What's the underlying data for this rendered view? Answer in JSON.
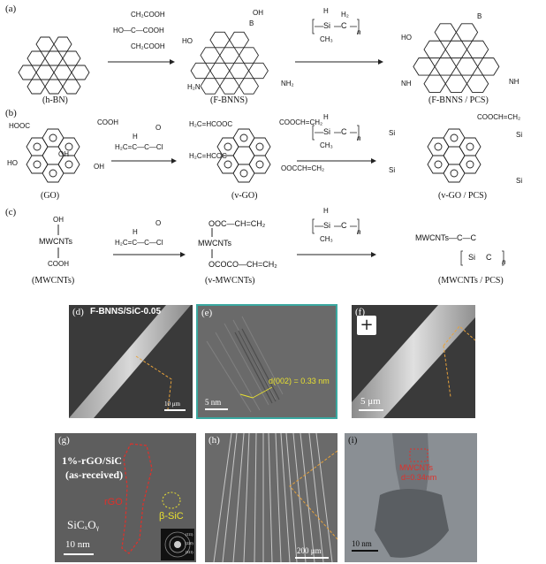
{
  "scheme": {
    "a": {
      "label": "(a)",
      "reagent": {
        "l1": "CH₂COOH",
        "l2": "HO—C—COOH",
        "l3": "CH₂COOH"
      },
      "start_name": "(h-BN)",
      "mid_name": "(F-BNNS)",
      "end_name": "(F-BNNS / PCS)",
      "groups": {
        "oh": "HO",
        "bh": "OH",
        "b": "B",
        "nh2": "NH₂",
        "h2n": "H₂N",
        "nh": "NH"
      }
    },
    "b": {
      "label": "(b)",
      "reagent": {
        "l1": "H",
        "l2": "O",
        "l3": "H₂C=C—C—Cl"
      },
      "start_name": "(GO)",
      "mid_name": "(v-GO)",
      "end_name": "(v-GO / PCS)",
      "groups": {
        "cooh": "COOH",
        "hooc": "HOOC",
        "oh": "OH",
        "ho": "HO",
        "o": "O",
        "ester1": "COOCH=CH₂",
        "ester2": "H₂C=HCOOC",
        "ester3": "OOCCH=CH₂",
        "ester4": "H₂C=HCOC"
      }
    },
    "c": {
      "label": "(c)",
      "reagent": {
        "l1": "H",
        "l2": "O",
        "l3": "H₂C=C—C—Cl"
      },
      "start_name": "(MWCNTs)",
      "mid_name": "(v-MWCNTs)",
      "end_name": "(MWCNTs / PCS)",
      "groups": {
        "oh": "OH",
        "mw": "MWCNTs",
        "cooh": "COOH",
        "ooc": "OOC—CH=CH₂",
        "ococ": "OCOCO—CH=CH₂",
        "chain": "MWCNTs—C—C"
      }
    },
    "pcs": {
      "h": "H",
      "si": "Si",
      "c": "C",
      "h2": "H₂",
      "ch3": "CH₃",
      "n": "n"
    }
  },
  "micrographs": {
    "d": {
      "label": "(d)",
      "title": "F-BNNS/SiC-0.05",
      "scale": "10 μm"
    },
    "e": {
      "label": "(e)",
      "annotation": "d(002) = 0.33 nm",
      "scale": "5 nm"
    },
    "f": {
      "label": "(f)",
      "scale": "5 μm"
    },
    "g": {
      "label": "(g)",
      "title1": "1%-rGO/SiC",
      "title2": "(as-received)",
      "rgo": "rGO",
      "bsic": "β-SiC",
      "sico": "SiCₓOᵧ",
      "scale": "10 nm",
      "rings": [
        "(111)",
        "(220)",
        "(311)"
      ]
    },
    "h": {
      "label": "(h)",
      "scale": "200 μm"
    },
    "i": {
      "label": "(i)",
      "annot1": "MWCNTs",
      "annot2": "d=0.34nm",
      "scale": "10 nm"
    }
  },
  "colors": {
    "dash_orange": "#e8a23a",
    "red": "#e0302a",
    "yellow": "#e8e030",
    "teal_border": "#3aa8a0"
  }
}
